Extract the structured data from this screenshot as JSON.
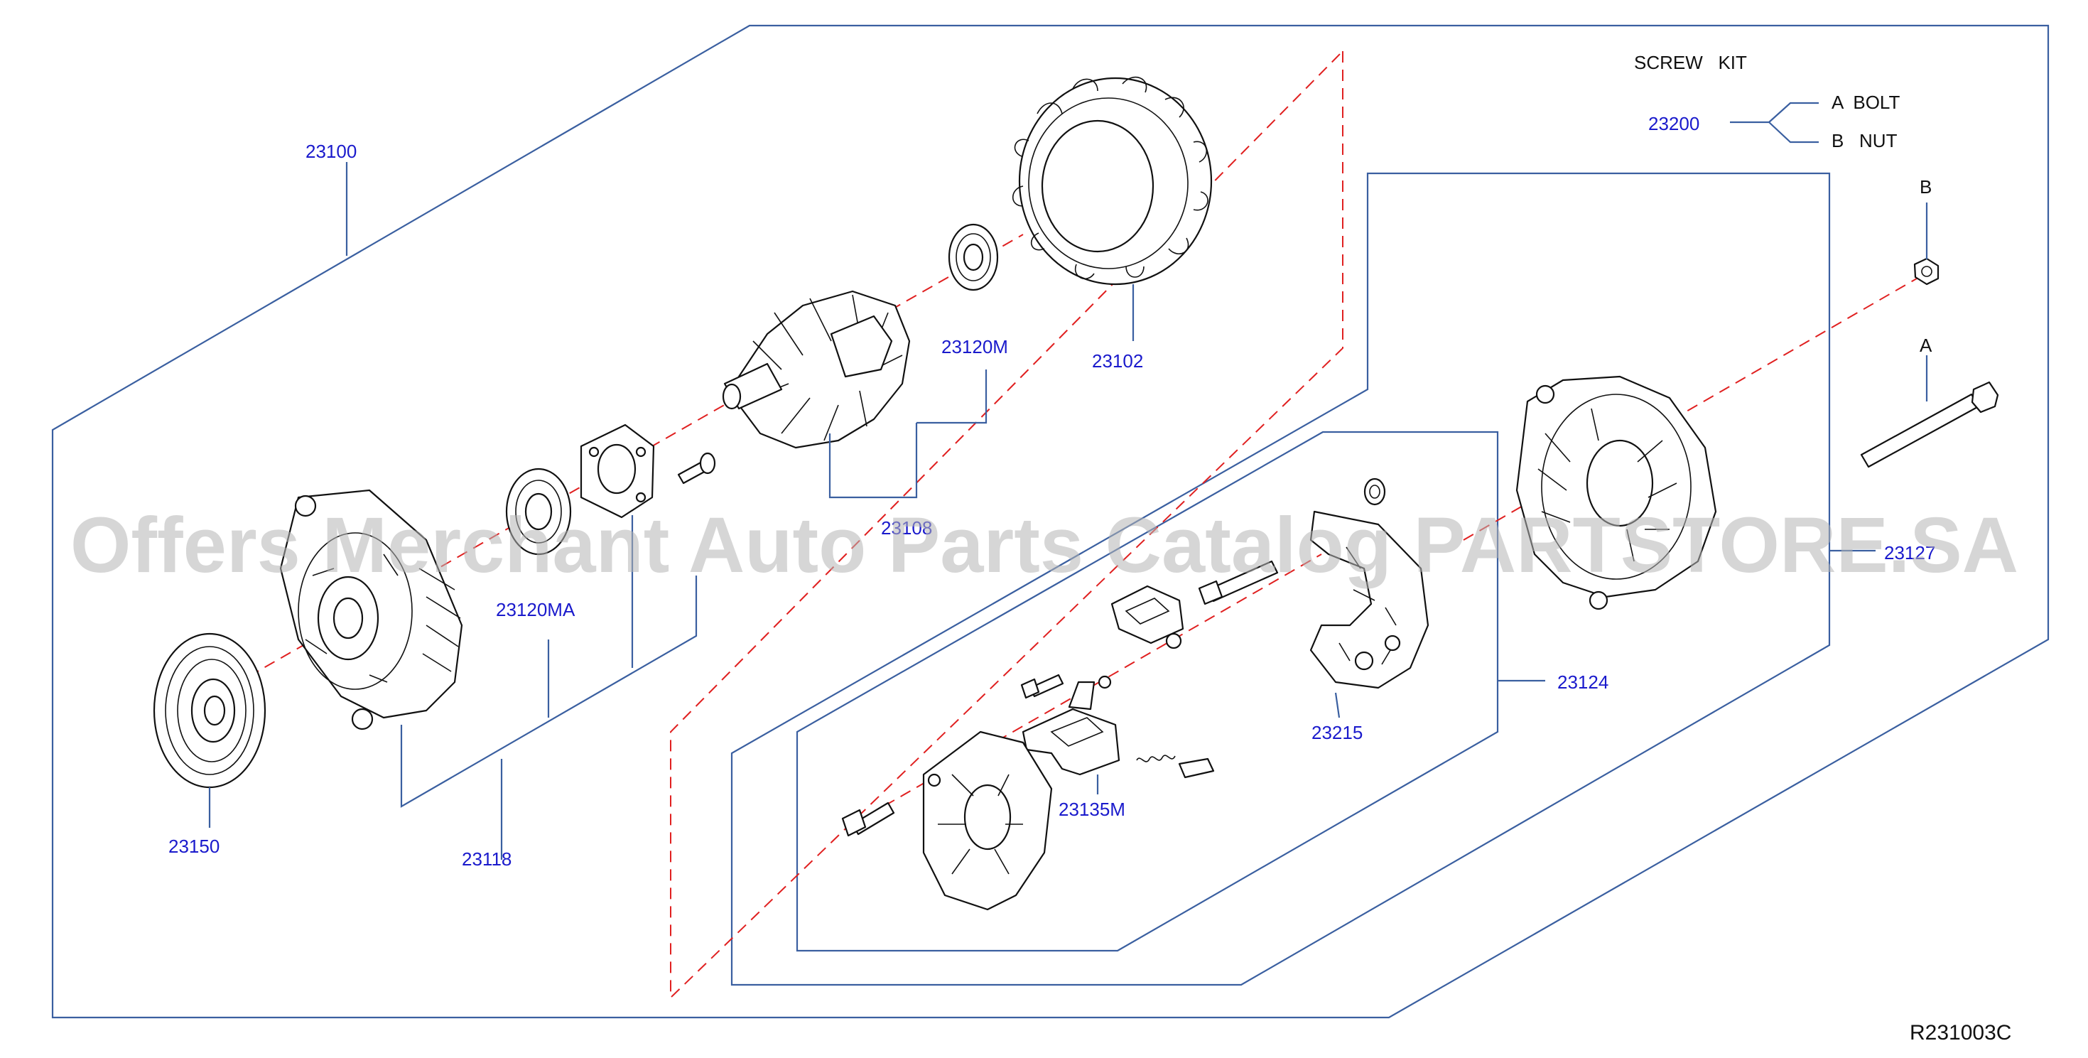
{
  "watermark": "Offers Merchant Auto Parts Catalog PARTSTORE.SA",
  "diagram_code": "R231003C",
  "screw_kit": {
    "title": "SCREW   KIT",
    "number": "23200",
    "items": [
      "A  BOLT",
      "B   NUT"
    ]
  },
  "callout_letters": {
    "bolt": "A",
    "nut": "B"
  },
  "parts": {
    "alternator_assy": "23100",
    "stator": "23102",
    "rotor": "23108",
    "bearing_rear": "23120M",
    "bearing_front": "23120MA",
    "front_bracket": "23118",
    "pulley": "23150",
    "rear_bracket": "23127",
    "rectifier_group": "23124",
    "rectifier": "23215",
    "regulator": "23135M"
  },
  "colors": {
    "frame": "#3a5fa0",
    "part_number": "#1a1acc",
    "dashed_axis": "#e02020"
  }
}
